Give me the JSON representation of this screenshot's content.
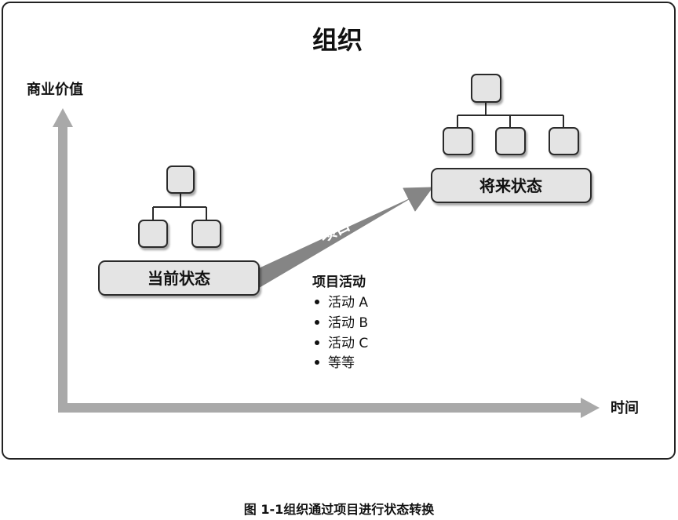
{
  "title": "组织",
  "y_axis_label": "商业价值",
  "x_axis_label": "时间",
  "current_state_label": "当前状态",
  "future_state_label": "将来状态",
  "transition_label": "项目",
  "activities": {
    "heading": "项目活动",
    "items": [
      "活动 A",
      "活动 B",
      "活动 C",
      "等等"
    ]
  },
  "caption": "图 1-1组织通过项目进行状态转换",
  "colors": {
    "frame": "#222222",
    "box_fill": "#e4e4e4",
    "box_stroke": "#2a2a2a",
    "arrow": "#a9a9a9",
    "project_arrow": "#858585"
  }
}
